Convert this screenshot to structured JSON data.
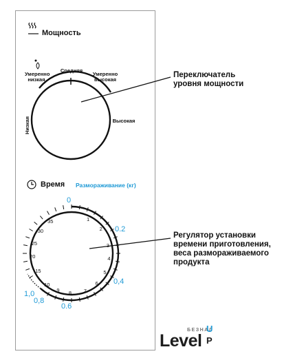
{
  "power": {
    "heading": "Мощность",
    "icon": "steam-waves-icon",
    "labels": {
      "low": "Низкая",
      "medium_low": [
        "Умеренно",
        "низкая"
      ],
      "medium": "Средняя",
      "medium_high": [
        "Умеренно",
        "высокая"
      ],
      "high": "Высокая"
    },
    "callout": [
      "Переключатель",
      "уровня мощности"
    ]
  },
  "time": {
    "heading": "Время",
    "icon": "clock-icon",
    "defrost_heading": "Размораживание (кг)",
    "time_marks": [
      "1",
      "2",
      "3",
      "4",
      "5",
      "6",
      "7",
      "8",
      "9",
      "10",
      "15",
      "20",
      "25",
      "30",
      "35"
    ],
    "defrost_marks": [
      "0",
      "0.2",
      "0,4",
      "0.6",
      "0,8",
      "1,0"
    ],
    "callout": [
      "Регулятор установки",
      "времени приготовления,",
      "веса размораживаемого",
      "продукта"
    ]
  },
  "logo": {
    "word": "Level",
    "extra_letters": [
      "U",
      "P"
    ],
    "small_text": "БЕЗНАЛ"
  },
  "colors": {
    "accent": "#1f9ad6",
    "ink": "#111111",
    "frame": "#9a9a9a"
  }
}
